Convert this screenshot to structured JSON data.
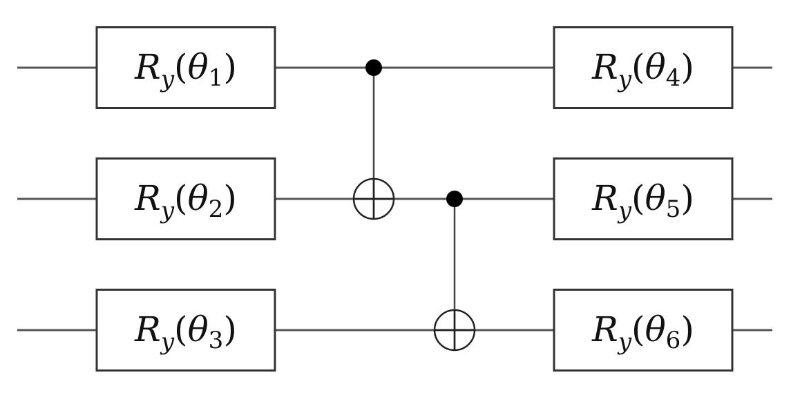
{
  "diagram": {
    "type": "quantum-circuit",
    "qubits": 3,
    "colors": {
      "wire": "#555555",
      "box_border": "#333333",
      "control_dot": "#000000",
      "background": "#ffffff"
    },
    "gates": [
      {
        "id": "g1",
        "name": "R",
        "sub": "y",
        "param": "θ",
        "index": "1",
        "qubit": 0,
        "column": "left"
      },
      {
        "id": "g2",
        "name": "R",
        "sub": "y",
        "param": "θ",
        "index": "2",
        "qubit": 1,
        "column": "left"
      },
      {
        "id": "g3",
        "name": "R",
        "sub": "y",
        "param": "θ",
        "index": "3",
        "qubit": 2,
        "column": "left"
      },
      {
        "id": "g4",
        "name": "R",
        "sub": "y",
        "param": "θ",
        "index": "4",
        "qubit": 0,
        "column": "right"
      },
      {
        "id": "g5",
        "name": "R",
        "sub": "y",
        "param": "θ",
        "index": "5",
        "qubit": 1,
        "column": "right"
      },
      {
        "id": "g6",
        "name": "R",
        "sub": "y",
        "param": "θ",
        "index": "6",
        "qubit": 2,
        "column": "right"
      }
    ],
    "cnots": [
      {
        "control": 0,
        "target": 1,
        "order": 1
      },
      {
        "control": 1,
        "target": 2,
        "order": 2
      }
    ]
  }
}
